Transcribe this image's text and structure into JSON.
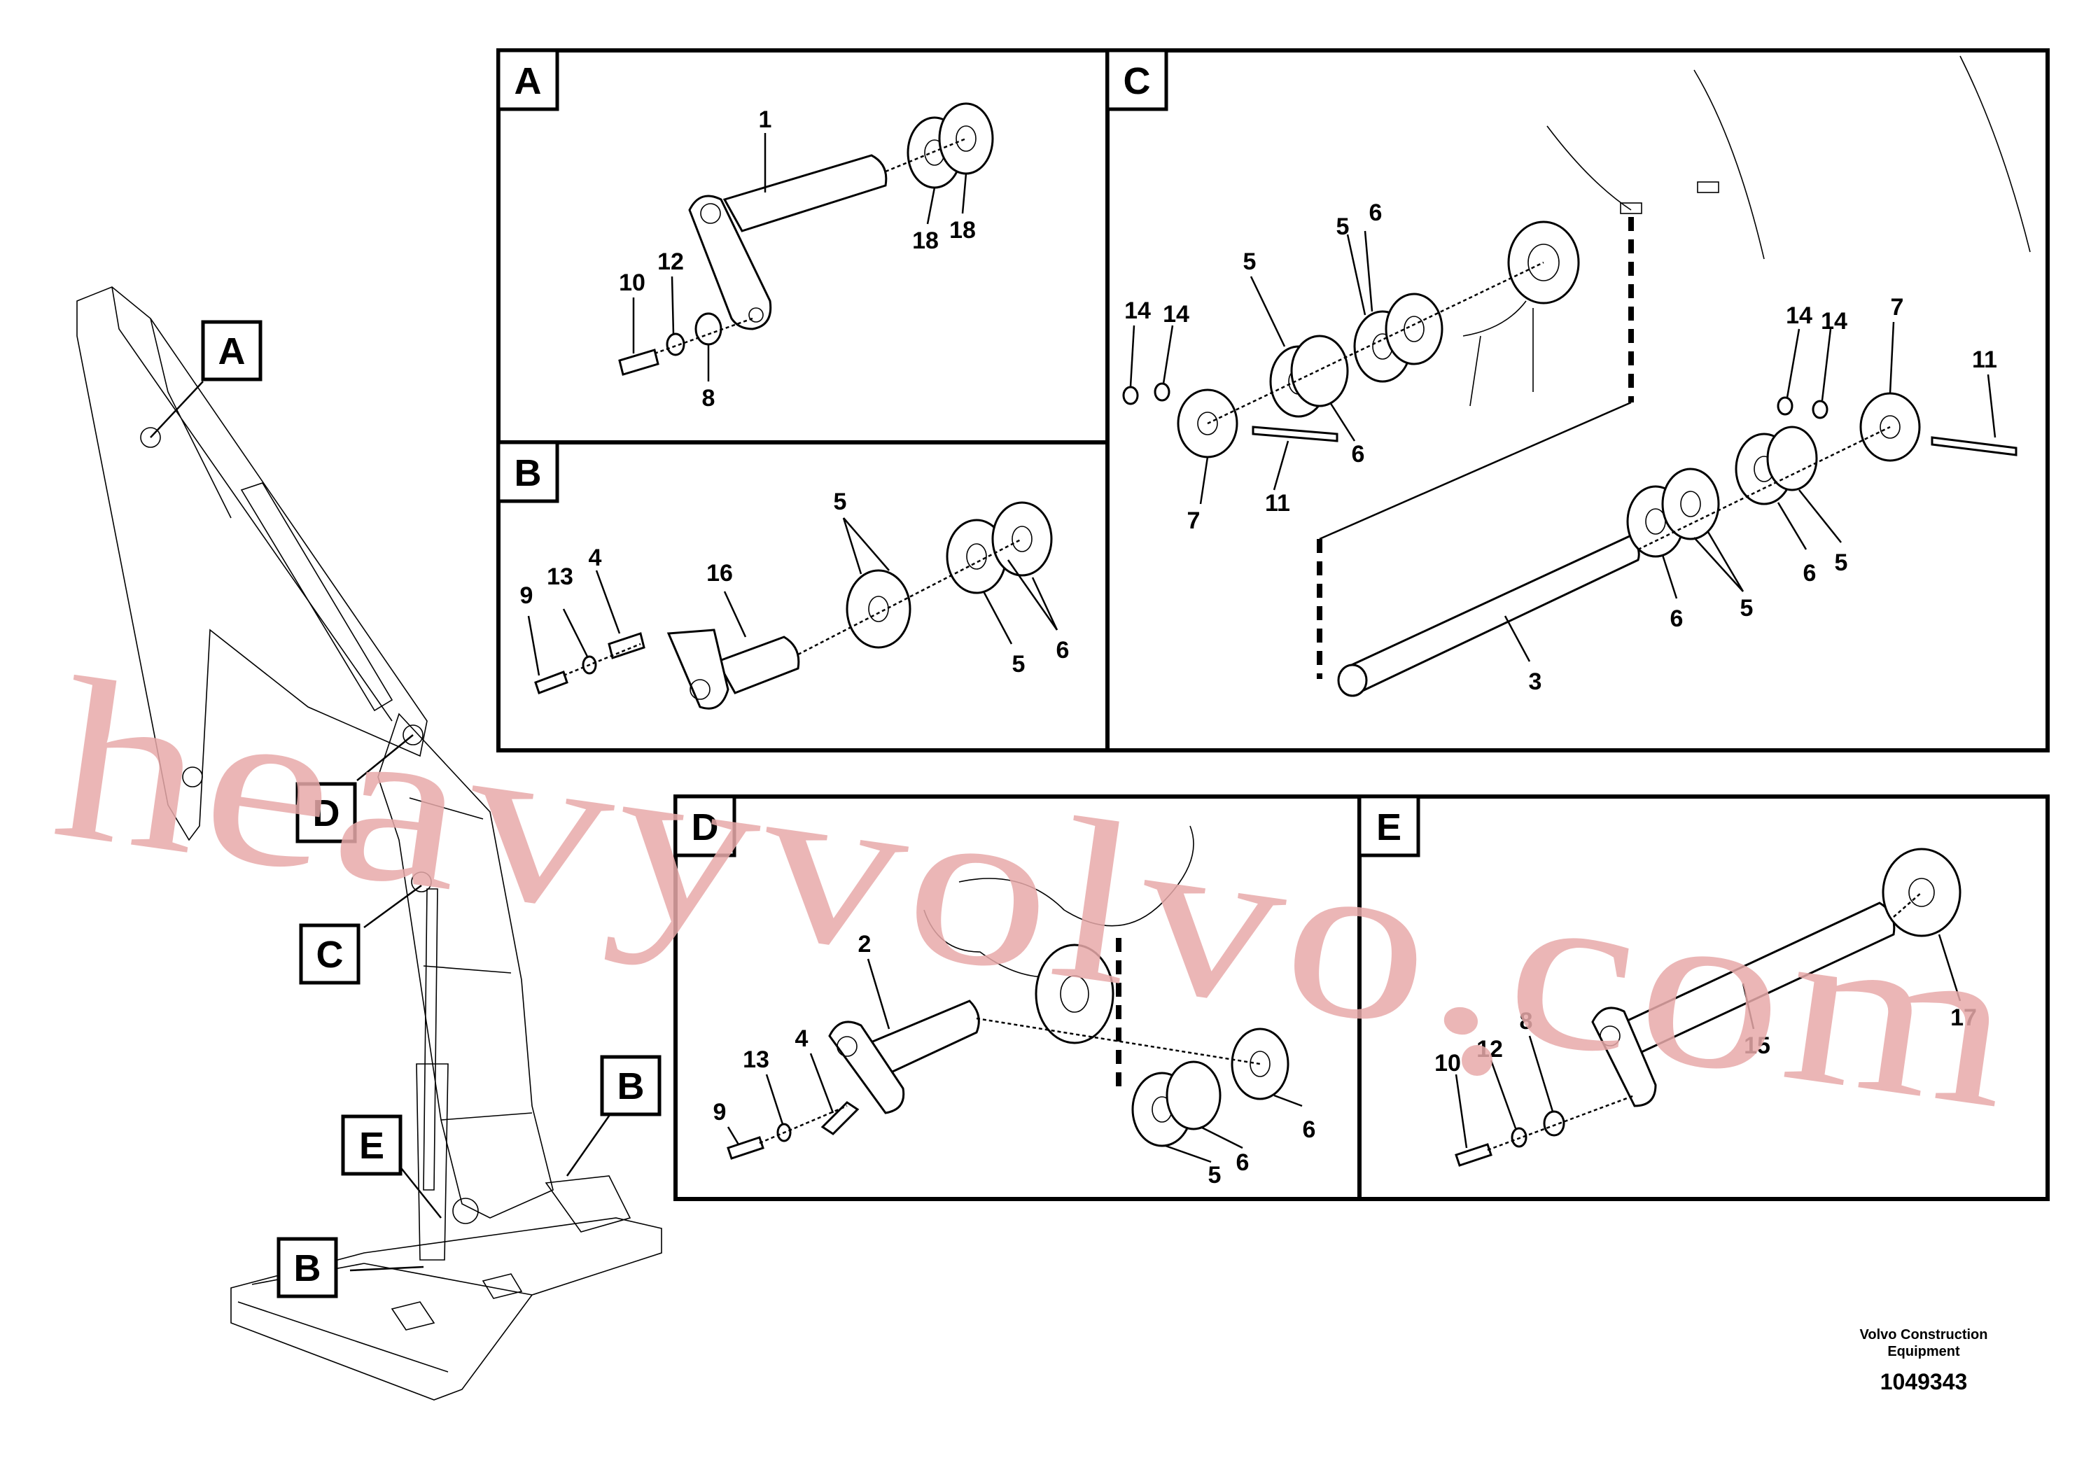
{
  "panels": {
    "A": {
      "tag": "A",
      "callouts": [
        "1",
        "18",
        "18",
        "10",
        "12",
        "8"
      ]
    },
    "B": {
      "tag": "B",
      "callouts": [
        "5",
        "16",
        "9",
        "13",
        "4",
        "5",
        "6"
      ]
    },
    "C": {
      "tag": "C",
      "callouts": [
        "5",
        "6",
        "5",
        "14",
        "14",
        "6",
        "7",
        "11",
        "14",
        "14",
        "7",
        "11",
        "6",
        "5",
        "6",
        "5",
        "3"
      ]
    },
    "D": {
      "tag": "D",
      "callouts": [
        "2",
        "9",
        "13",
        "4",
        "5",
        "6",
        "6"
      ]
    },
    "E": {
      "tag": "E",
      "callouts": [
        "17",
        "10",
        "12",
        "8",
        "15"
      ]
    }
  },
  "overview": {
    "tags": [
      "A",
      "D",
      "C",
      "B",
      "E",
      "B"
    ]
  },
  "watermark": "heavyvolvo.com",
  "footer": {
    "company": "Volvo Construction Equipment",
    "company_line1": "Volvo Construction",
    "company_line2": "Equipment",
    "drawing_number": "1049343"
  }
}
